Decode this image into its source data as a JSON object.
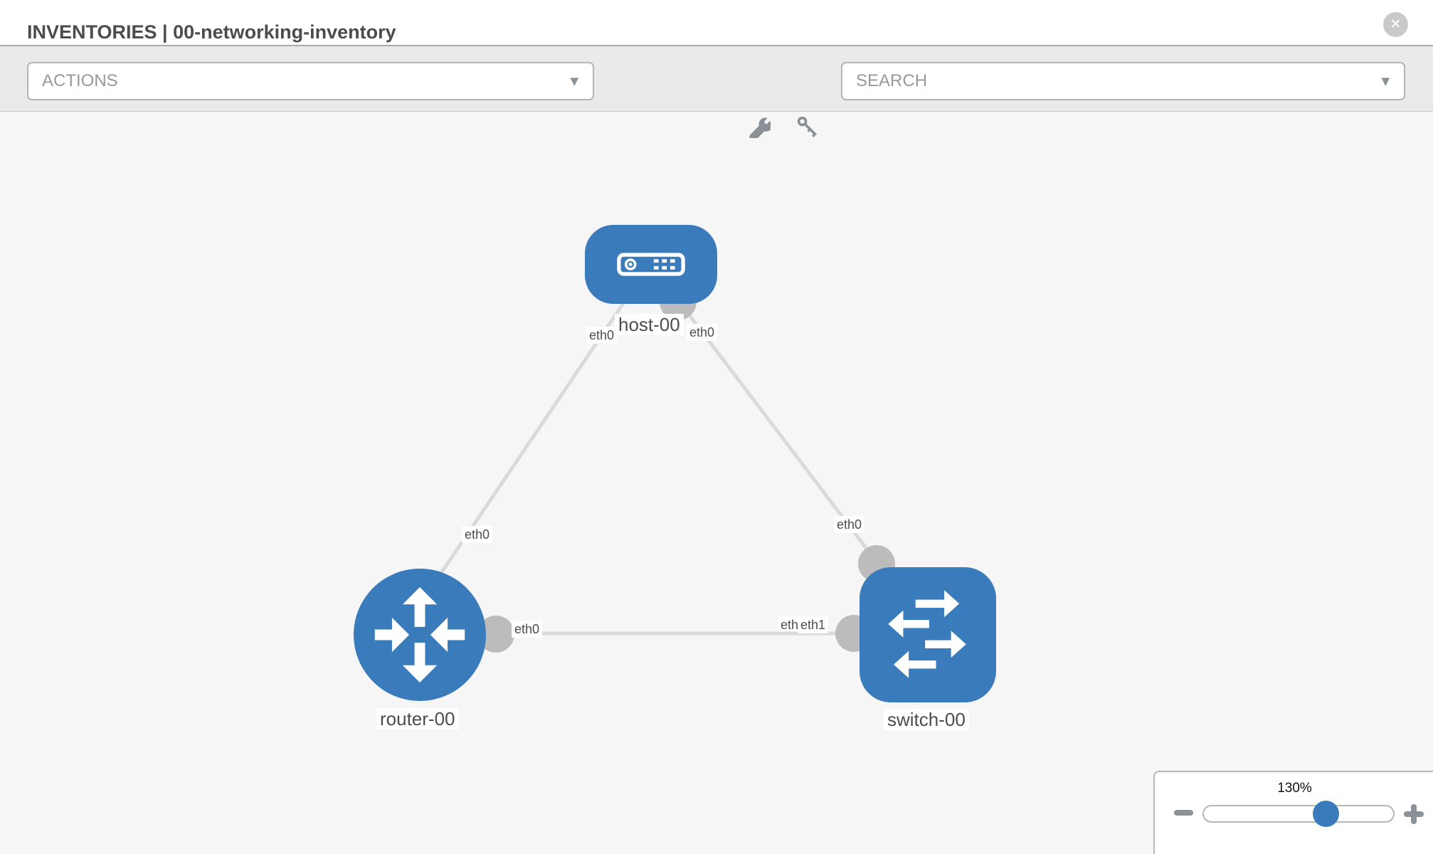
{
  "header": {
    "title": "INVENTORIES | 00-networking-inventory"
  },
  "icons": {
    "close": "✕",
    "caret": "▼",
    "zoom_out": "minus-icon",
    "zoom_in": "plus-icon",
    "tools": [
      "wrench-icon",
      "key-icon"
    ]
  },
  "toolbar": {
    "actions_label": "ACTIONS",
    "search_label": "SEARCH"
  },
  "topology": {
    "nodes": {
      "host": {
        "label": "host-00",
        "type": "host"
      },
      "router": {
        "label": "router-00",
        "type": "router"
      },
      "switch": {
        "label": "switch-00",
        "type": "switch"
      }
    },
    "interfaces": {
      "host_left_eth": "eth0",
      "host_right_eth": "eth0",
      "router_uplink_eth": "eth0",
      "switch_uplink_eth": "eth0",
      "router_link_eth": "eth0",
      "switch_link_eth_back": "eth0",
      "switch_link_eth_front": "eth1"
    },
    "links": [
      {
        "from": "host-00",
        "from_interface": "eth0",
        "to": "router-00",
        "to_interface": "eth0"
      },
      {
        "from": "host-00",
        "from_interface": "eth0",
        "to": "switch-00",
        "to_interface": "eth0"
      },
      {
        "from": "router-00",
        "from_interface": "eth0",
        "to": "switch-00",
        "to_interface": "eth1"
      }
    ]
  },
  "zoom_control": {
    "level": "130%"
  },
  "colors": {
    "node_blue": "#3a7cbb",
    "link_gray": "#dadada",
    "connector_gray": "#bcbcbc"
  }
}
